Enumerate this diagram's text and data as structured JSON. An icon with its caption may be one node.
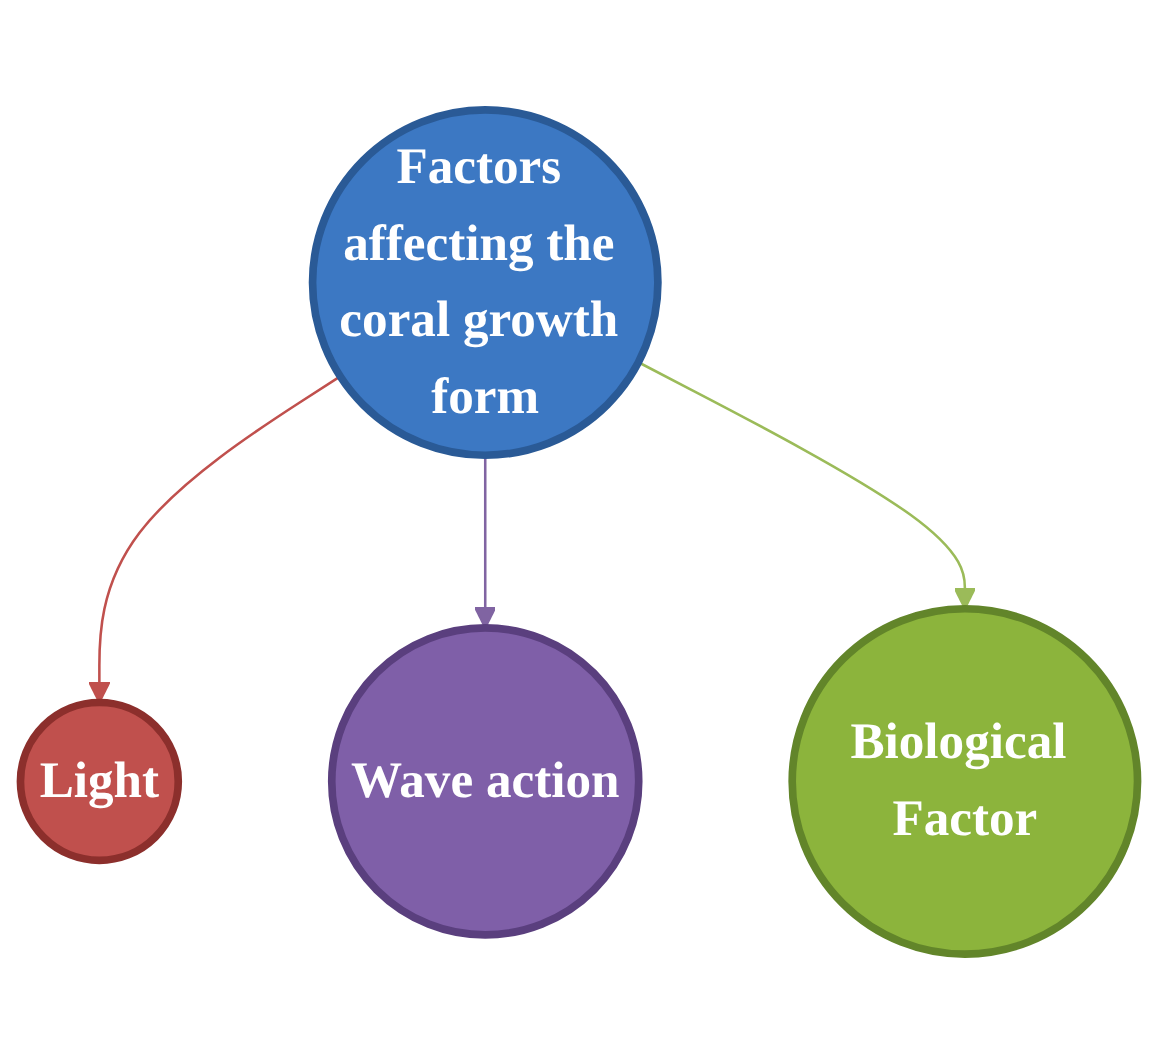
{
  "diagram": {
    "nodes": [
      {
        "text": [
          "Light"
        ]
      },
      {
        "text": [
          "Factors affecting the coral growth form"
        ]
      },
      {
        "text": [
          "Wave action"
        ]
      },
      {
        "text": [
          "Biological Factor"
        ]
      }
    ],
    "edges": [
      {
        "from": 1,
        "to": 0,
        "arrow": "to",
        "color": "#c0504d"
      },
      {
        "from": 1,
        "to": 2,
        "arrow": "to",
        "color": "#8064a2"
      },
      {
        "from": 1,
        "to": 3,
        "arrow": "to",
        "color": "#9bbb59"
      }
    ]
  }
}
